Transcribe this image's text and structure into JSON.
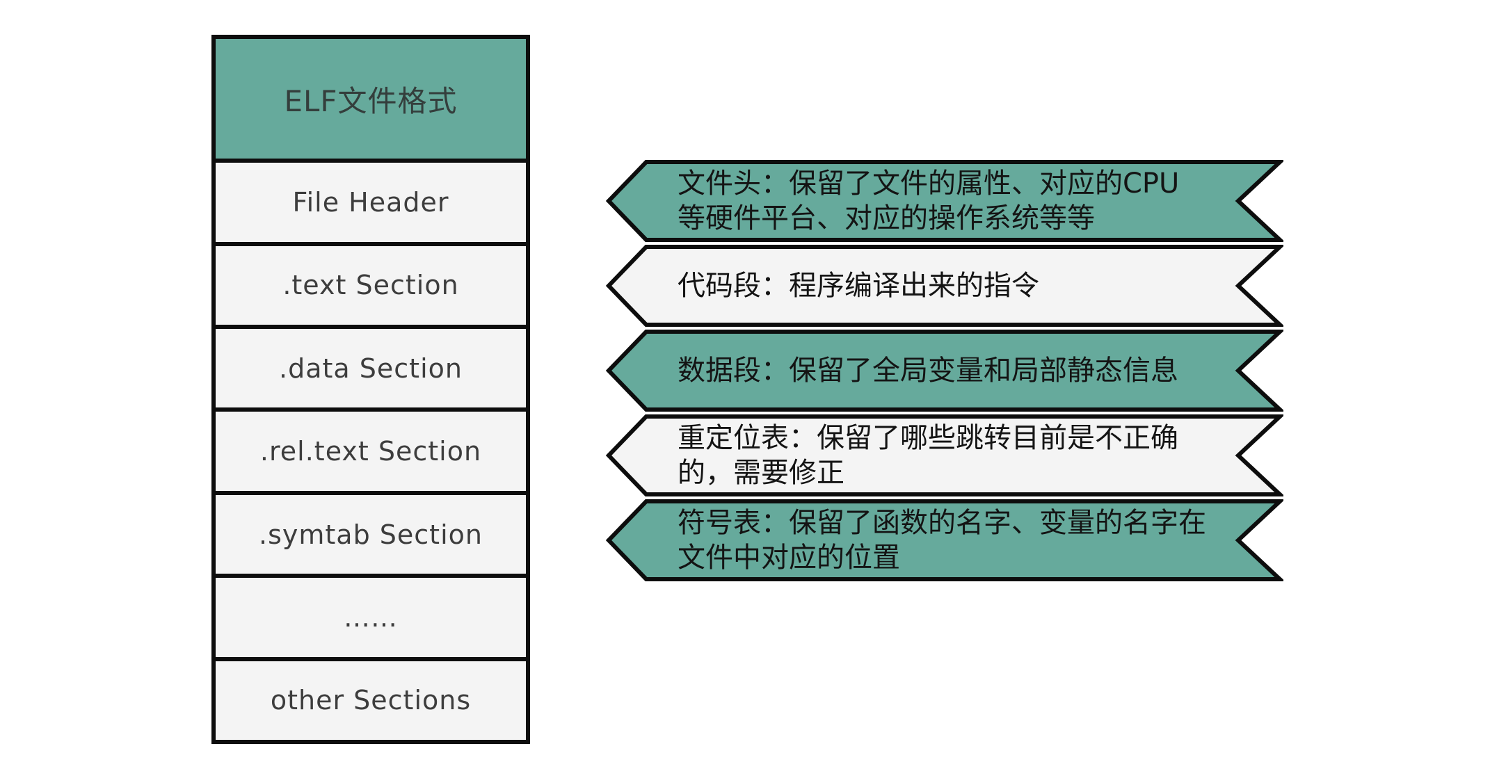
{
  "diagram": {
    "title": "ELF文件格式",
    "table": {
      "header": "ELF文件格式",
      "rows": [
        "File Header",
        ".text Section",
        ".data Section",
        ".rel.text Section",
        ".symtab Section",
        "……",
        "other Sections"
      ]
    },
    "banners": [
      {
        "target": "File Header",
        "style": "teal",
        "lines": [
          "文件头：保留了文件的属性、对应的CPU",
          "等硬件平台、对应的操作系统等等"
        ]
      },
      {
        "target": ".text Section",
        "style": "light",
        "lines": [
          "代码段：程序编译出来的指令"
        ]
      },
      {
        "target": ".data Section",
        "style": "teal",
        "lines": [
          "数据段：保留了全局变量和局部静态信息"
        ]
      },
      {
        "target": ".rel.text Section",
        "style": "light",
        "lines": [
          "重定位表：保留了哪些跳转目前是不正确",
          "的，需要修正"
        ]
      },
      {
        "target": ".symtab Section",
        "style": "teal",
        "lines": [
          "符号表：保留了函数的名字、变量的名字在",
          "文件中对应的位置"
        ]
      }
    ],
    "colors": {
      "teal": "#66aa9c",
      "light_row": "#f4f4f4",
      "border": "#0d0d0d",
      "background": "#ffffff"
    }
  }
}
